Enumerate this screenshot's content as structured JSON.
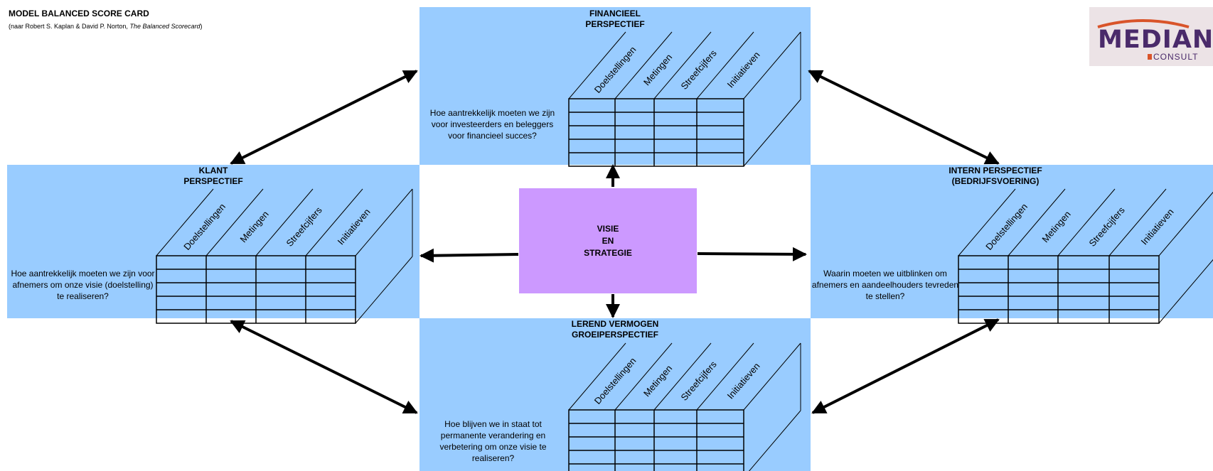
{
  "header": {
    "title": "MODEL BALANCED SCORE CARD",
    "subtitle_prefix": "(naar Robert S. Kaplan & David P. Norton, ",
    "subtitle_book": "The Balanced Scorecard",
    "subtitle_suffix": ")"
  },
  "logo": {
    "word": "MEDIAN",
    "sub": "CONSULT",
    "colors": {
      "text": "#4a2a6a",
      "accent": "#d9542a"
    }
  },
  "colors": {
    "panel": "#99ccff",
    "center": "#cc99ff"
  },
  "column_headers": [
    "Doelstellingen",
    "Metingen",
    "Streefcijfers",
    "Initiatieven"
  ],
  "panels": {
    "financieel": {
      "title_line1": "FINANCIEEL",
      "title_line2": "PERSPECTIEF",
      "question": "Hoe aantrekkelijk moeten we zijn voor investeerders en beleggers voor financieel succes?"
    },
    "klant": {
      "title_line1": "KLANT",
      "title_line2": "PERSPECTIEF",
      "question": "Hoe aantrekkelijk moeten we zijn voor afnemers om onze visie (doelstelling) te realiseren?"
    },
    "intern": {
      "title_line1": "INTERN PERSPECTIEF",
      "title_line2": "(BEDRIJFSVOERING)",
      "question": "Waarin moeten we uitblinken om afnemers en aandeelhouders tevreden te stellen?"
    },
    "lerend": {
      "title_line1": "LEREND VERMOGEN",
      "title_line2": "GROEIPERSPECTIEF",
      "question": "Hoe blijven we in staat tot permanente verandering en verbetering om onze visie te realiseren?"
    }
  },
  "center": {
    "line1": "VISIE",
    "line2": "EN",
    "line3": "STRATEGIE"
  }
}
